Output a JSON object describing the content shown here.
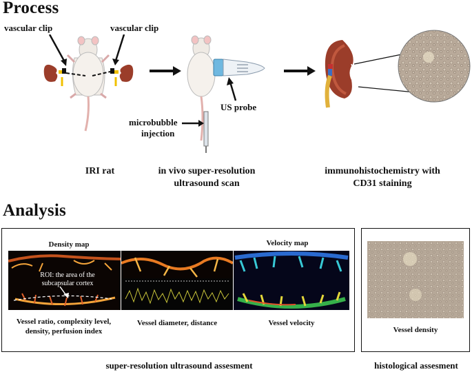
{
  "process": {
    "heading": "Process",
    "clip_left": "vascular clip",
    "clip_right": "vascular clip",
    "probe_label": "US probe",
    "injection_line1": "microbubble",
    "injection_line2": "injection",
    "step1_caption": "IRI rat",
    "step2_caption_line1": "in vivo super-resolution",
    "step2_caption_line2": "ultrasound scan",
    "step3_caption_line1": "immunohistochemistry with",
    "step3_caption_line2": "CD31 staining"
  },
  "analysis": {
    "heading": "Analysis",
    "density_title": "Density map",
    "velocity_title": "Velocity map",
    "roi_line1": "ROI: the area of the",
    "roi_line2": "subcapsular cortex",
    "metric1_line1": "Vessel ratio, complexity level,",
    "metric1_line2": "density, perfusion index",
    "metric2": "Vessel diameter, distance",
    "metric3": "Vessel velocity",
    "metric4": "Vessel density",
    "caption_left": "super-resolution ultrasound assesment",
    "caption_right": "histological assesment"
  },
  "colors": {
    "kidney": "#9b3d2a",
    "kidney_light": "#c0583e",
    "vessel_hot": "#f4a43a",
    "histology_bg": "#b9aa9a",
    "probe_blue": "#6fb8e0"
  }
}
